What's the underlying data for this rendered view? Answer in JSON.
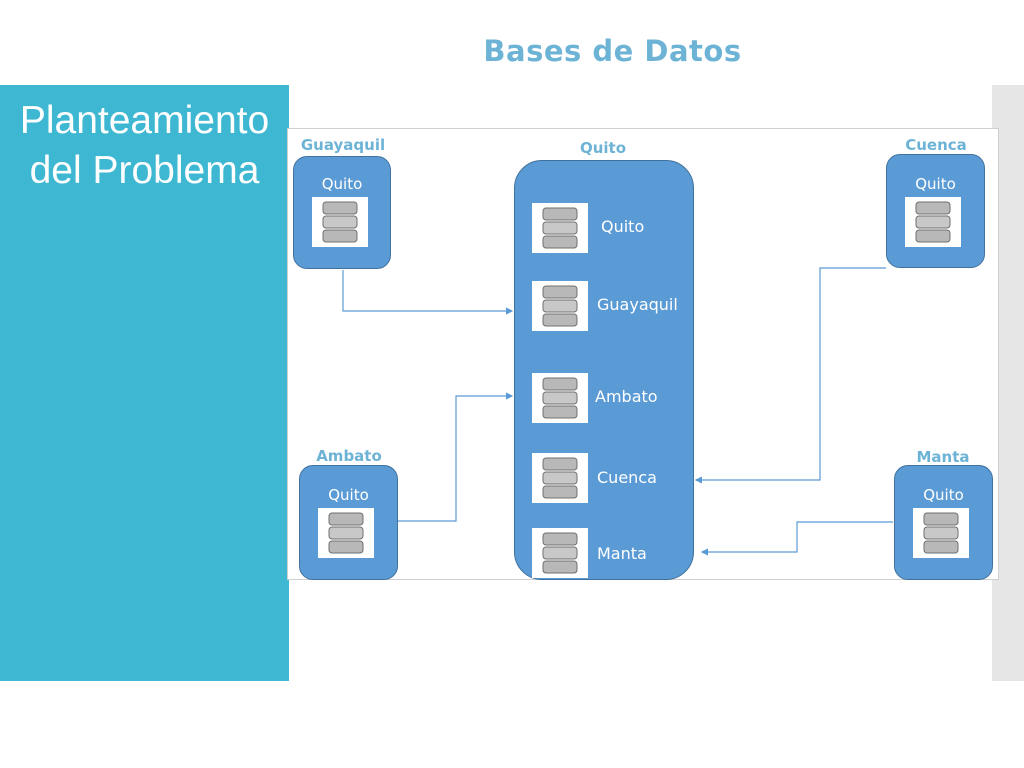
{
  "slide": {
    "title": "Bases de Datos",
    "side_title_line1": "Planteamiento",
    "side_title_line2": "del Problema"
  },
  "diagram": {
    "central": {
      "label": "Quito",
      "databases": [
        "Quito",
        "Guayaquil",
        "Ambato",
        "Cuenca",
        "Manta"
      ]
    },
    "branches": [
      {
        "city": "Guayaquil",
        "database": "Quito"
      },
      {
        "city": "Cuenca",
        "database": "Quito"
      },
      {
        "city": "Ambato",
        "database": "Quito"
      },
      {
        "city": "Manta",
        "database": "Quito"
      }
    ]
  },
  "colors": {
    "side_panel": "#3eb8d2",
    "title": "#6db3d6",
    "box_fill": "#5b9bd5",
    "connector": "#5b9bd5"
  },
  "icons": {
    "database": "database-icon"
  }
}
